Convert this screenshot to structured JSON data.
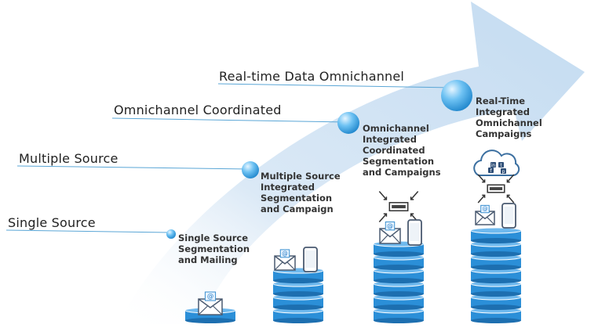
{
  "stages": [
    {
      "label": "Single Source",
      "description": [
        "Single Source",
        "Segmentation",
        "and Mailing"
      ]
    },
    {
      "label": "Multiple Source",
      "description": [
        "Multiple Source",
        "Integrated",
        "Segmentation",
        "and Campaign"
      ]
    },
    {
      "label": "Omnichannel Coordinated",
      "description": [
        "Omnichannel",
        "Integrated",
        "Coordinated",
        "Segmentation",
        "and Campaigns"
      ]
    },
    {
      "label": "Real-time Data Omnichannel",
      "description": [
        "Real-Time",
        "Integrated",
        "Omnichannel",
        "Campaigns"
      ]
    }
  ],
  "colors": {
    "arrow": "#cfe2f4",
    "database": "#2b8fd8",
    "database_dark": "#1d6fb0",
    "leader_line": "#5aa6d6",
    "bubble": "#5bb4f0",
    "icon": "#4a5a70",
    "cloud": "#3b6fa0"
  },
  "icons": [
    "email-icon",
    "smartphone-icon",
    "compress-arrows-icon",
    "cloud-icon",
    "linkedin-icon",
    "twitter-icon",
    "facebook-icon",
    "pinterest-icon"
  ]
}
